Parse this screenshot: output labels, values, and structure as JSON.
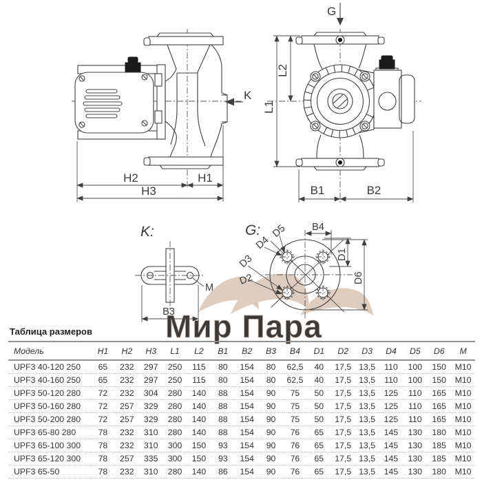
{
  "watermark": {
    "text": "Мир Пара",
    "color": "#d3c0b1"
  },
  "drawing": {
    "side_view": {
      "arrow_label": "K",
      "dim_h1": "H1",
      "dim_h2": "H2",
      "dim_h3": "H3"
    },
    "front_view": {
      "arrow_label": "G",
      "dim_l1": "L1",
      "dim_l2": "L2",
      "dim_b1": "B1",
      "dim_b2": "B2"
    },
    "k_view": {
      "title": "K:",
      "thread_label": "M",
      "dim_b3": "B3"
    },
    "g_view": {
      "title": "G:",
      "dim_b4": "B4",
      "dim_d1": "D1",
      "dim_d2": "D2",
      "dim_d3": "D3",
      "dim_d4": "D4",
      "dim_d5": "D5",
      "dim_d6": "D6"
    }
  },
  "table": {
    "title": "Таблица размеров",
    "columns": [
      "Модель",
      "H1",
      "H2",
      "H3",
      "L1",
      "L2",
      "B1",
      "B2",
      "B3",
      "B4",
      "D1",
      "D2",
      "D3",
      "D4",
      "D5",
      "D6",
      "M"
    ],
    "rows": [
      [
        "UPF3 40-120 250",
        "65",
        "232",
        "297",
        "250",
        "115",
        "80",
        "154",
        "80",
        "62,5",
        "40",
        "17,5",
        "13,5",
        "110",
        "100",
        "150",
        "M10"
      ],
      [
        "UPF3 40-160 250",
        "65",
        "232",
        "297",
        "250",
        "115",
        "80",
        "154",
        "80",
        "62,5",
        "40",
        "17,5",
        "13,5",
        "110",
        "100",
        "150",
        "M10"
      ],
      [
        "UPF3 50-120 280",
        "72",
        "232",
        "304",
        "280",
        "140",
        "88",
        "154",
        "90",
        "75",
        "50",
        "17,5",
        "13,5",
        "125",
        "110",
        "165",
        "M10"
      ],
      [
        "UPF3 50-160 280",
        "72",
        "257",
        "329",
        "280",
        "140",
        "88",
        "154",
        "90",
        "75",
        "50",
        "17,5",
        "13,5",
        "125",
        "110",
        "165",
        "M10"
      ],
      [
        "UPF3 50-200 280",
        "72",
        "257",
        "329",
        "280",
        "140",
        "88",
        "154",
        "90",
        "75",
        "50",
        "17,5",
        "13,5",
        "125",
        "110",
        "165",
        "M10"
      ],
      [
        "UPF3 65-80 280",
        "78",
        "232",
        "310",
        "280",
        "140",
        "88",
        "154",
        "90",
        "76",
        "65",
        "17,5",
        "13,5",
        "145",
        "130",
        "180",
        "M10"
      ],
      [
        "UPF3 65-100 300",
        "78",
        "232",
        "310",
        "300",
        "150",
        "93",
        "154",
        "90",
        "76",
        "65",
        "17,5",
        "13,5",
        "145",
        "130",
        "185",
        "M10"
      ],
      [
        "UPF3 65-120 300",
        "78",
        "257",
        "335",
        "300",
        "150",
        "93",
        "154",
        "90",
        "76",
        "65",
        "17,5",
        "13,5",
        "145",
        "130",
        "185",
        "M10"
      ],
      [
        "UPF3 65-50",
        "78",
        "232",
        "310",
        "280",
        "140",
        "86",
        "154",
        "90",
        "76",
        "65",
        "17,5",
        "13,5",
        "145",
        "130",
        "180",
        "M10"
      ]
    ]
  }
}
